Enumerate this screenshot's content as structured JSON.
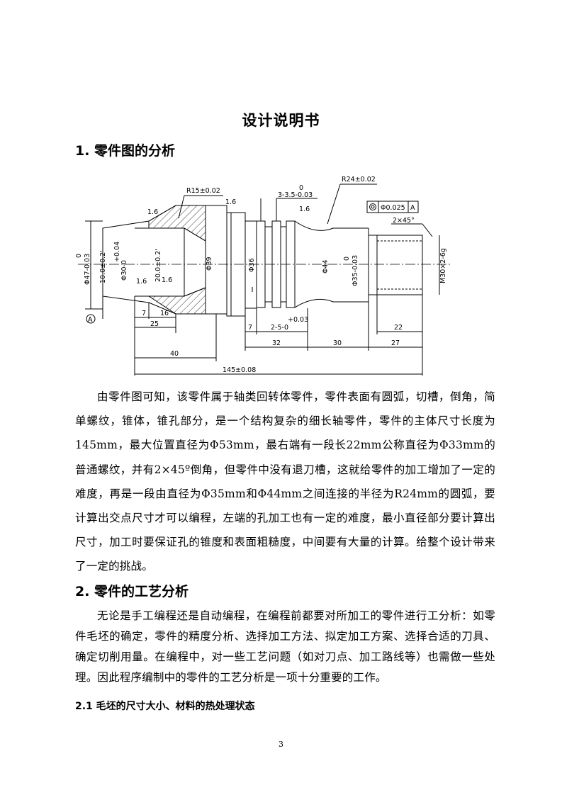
{
  "doc": {
    "title": "设计说明书",
    "section1_heading": "1. 零件图的分析",
    "paragraph1": "由零件图可知，该零件属于轴类回转体零件，零件表面有圆弧，切槽，倒角，简单螺纹，锥体，锥孔部分，是一个结构复杂的细长轴零件，零件的主体尺寸长度为145mm，最大位置直径为Φ53mm，最右端有一段长22mm公称直径为Φ33mm的普通螺纹，并有2×45º倒角，但零件中没有退刀槽，这就给零件的加工增加了一定的难度，再是一段由直径为Φ35mm和Φ44mm之间连接的半径为R24mm的圆弧，要计算出交点尺寸才可以编程，左端的孔加工也有一定的难度，最小直径部分要计算出尺寸，加工时要保证孔的锥度和表面粗糙度，中间要有大量的计算。给整个设计带来了一定的挑战。",
    "section2_heading": "2. 零件的工艺分析",
    "paragraph2": "无论是手工编程还是自动编程，在编程前都要对所加工的零件进行工分析：如零件毛坯的确定，零件的精度分析、选择加工方法、拟定加工方案、选择合适的刀具、确定切削用量。在编程中，对一些工艺问题（如对刀点、加工路线等）也需做一些处理。因此程序编制中的零件的工艺分析是一项十分重要的工作。",
    "section21_heading": "2.1 毛坯的尺寸大小、材料的热处理状态",
    "page_number": "3"
  },
  "drawing": {
    "r15": "R15±0.02",
    "r24": "R24±0.02",
    "groove_tol": "3-3.5-0.03",
    "groove_tol_top": "0",
    "rough1": "1.6",
    "rough2": "1.6",
    "rough3": "1.6",
    "rough4": "1.6",
    "rough5": "1.6",
    "geom_tol_value": "Φ0.025",
    "geom_tol_ref": "A",
    "chamfer": "2×45°",
    "thread": "M30×2-6g",
    "d47": "Φ47-0.03",
    "d47_top": "0",
    "bore1": "10.0±0.2'",
    "bore2": "Φ30-0",
    "bore2_top": "+0.04",
    "bore3": "20.0±0.2'",
    "d39": "Φ39",
    "d36": "Φ36",
    "d44": "Φ44",
    "d35": "Φ35-0.03",
    "d35_top": "0",
    "datum": "A",
    "dim7a": "7",
    "dim16": "16",
    "dim25": "25",
    "dim40": "40",
    "dim145": "145±0.08",
    "dim7b": "7",
    "dim_groove2": "2-5-0",
    "dim_groove2_top": "+0.03",
    "dim32": "32",
    "dim30": "30",
    "dim27": "27",
    "dim22": "22"
  }
}
